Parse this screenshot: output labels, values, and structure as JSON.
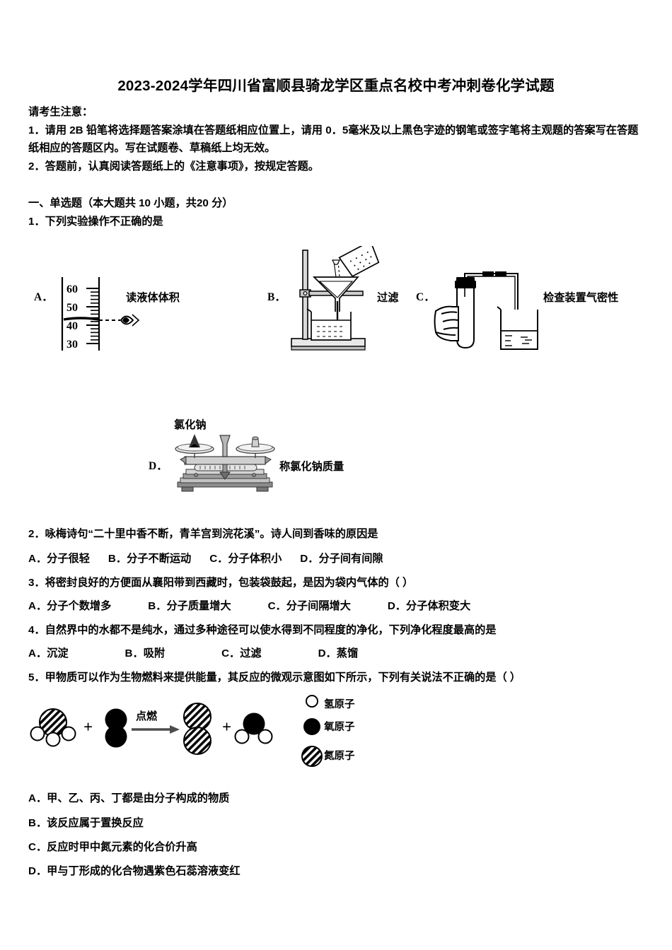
{
  "document": {
    "title": "2023-2024学年四川省富顺县骑龙学区重点名校中考冲刺卷化学试题",
    "notice_heading": "请考生注意：",
    "notice_line1": "1．请用 2B 铅笔将选择题答案涂填在答题纸相应位置上，请用 0．5毫米及以上黑色字迹的钢笔或签字笔将主观题的答案写在答题纸相应的答题区内。写在试题卷、草稿纸上均无效。",
    "notice_line2": "2．答题前，认真阅读答题纸上的《注意事项》，按规定答题。"
  },
  "section": {
    "heading": "一、单选题（本大题共 10 小题，共20 分）"
  },
  "questions": [
    {
      "number": "1",
      "stem": "1．下列实验操作不正确的是",
      "diagram_options": [
        {
          "label": "A．",
          "caption": "读液体体积",
          "icon": "graduated-cylinder-reading-icon",
          "scale_ticks": [
            "60",
            "50",
            "40",
            "30"
          ]
        },
        {
          "label": "B．",
          "caption": "过滤",
          "icon": "filtration-apparatus-icon"
        },
        {
          "label": "C．",
          "caption": "检查装置气密性",
          "icon": "airtightness-test-icon"
        },
        {
          "label": "D．",
          "caption": "称氯化钠质量",
          "icon": "balance-scale-icon",
          "annotation": "氯化钠"
        }
      ]
    },
    {
      "number": "2",
      "stem": "2．咏梅诗句“二十里中香不断，青羊宫到浣花溪”。诗人间到香味的原因是",
      "options": [
        {
          "label": "A．",
          "text": "分子很轻"
        },
        {
          "label": "B．",
          "text": "分子不断运动"
        },
        {
          "label": "C．",
          "text": "分子体积小"
        },
        {
          "label": "D．",
          "text": "分子间有间隙"
        }
      ]
    },
    {
      "number": "3",
      "stem": "3．将密封良好的方便面从襄阳带到西藏时，包装袋鼓起，是因为袋内气体的（      ）",
      "options": [
        {
          "label": "A．",
          "text": "分子个数增多"
        },
        {
          "label": "B．",
          "text": "分子质量增大"
        },
        {
          "label": "C．",
          "text": "分子间隔增大"
        },
        {
          "label": "D．",
          "text": "分子体积变大"
        }
      ]
    },
    {
      "number": "4",
      "stem": "4．自然界中的水都不是纯水，通过多种途径可以使水得到不同程度的净化，下列净化程度最高的是",
      "options": [
        {
          "label": "A．",
          "text": "沉淀"
        },
        {
          "label": "B．",
          "text": "吸附"
        },
        {
          "label": "C．",
          "text": "过滤"
        },
        {
          "label": "D．",
          "text": "蒸馏"
        }
      ]
    },
    {
      "number": "5",
      "stem": "5．甲物质可以作为生物燃料来提供能量，其反应的微观示意图如下所示，下列有关说法不正确的是（   ）",
      "reaction_diagram": {
        "plus_1": "+",
        "arrow_label": "点燃",
        "plus_2": "+",
        "legend": [
          {
            "symbol": "open-circle",
            "text": "氢原子"
          },
          {
            "symbol": "filled-circle",
            "text": "氧原子"
          },
          {
            "symbol": "hatched-circle",
            "text": "氮原子"
          }
        ]
      },
      "options": [
        {
          "label": "A．",
          "text": "甲、乙、丙、丁都是由分子构成的物质"
        },
        {
          "label": "B．",
          "text": "该反应属于置换反应"
        },
        {
          "label": "C．",
          "text": "反应时甲中氮元素的化合价升高"
        },
        {
          "label": "D．",
          "text": "甲与丁形成的化合物遇紫色石蕊溶液变红"
        }
      ]
    }
  ],
  "colors": {
    "ink": "#000000",
    "paper": "#ffffff",
    "gray_metal": "#9a9a9a",
    "light_gray": "#cccccc"
  }
}
